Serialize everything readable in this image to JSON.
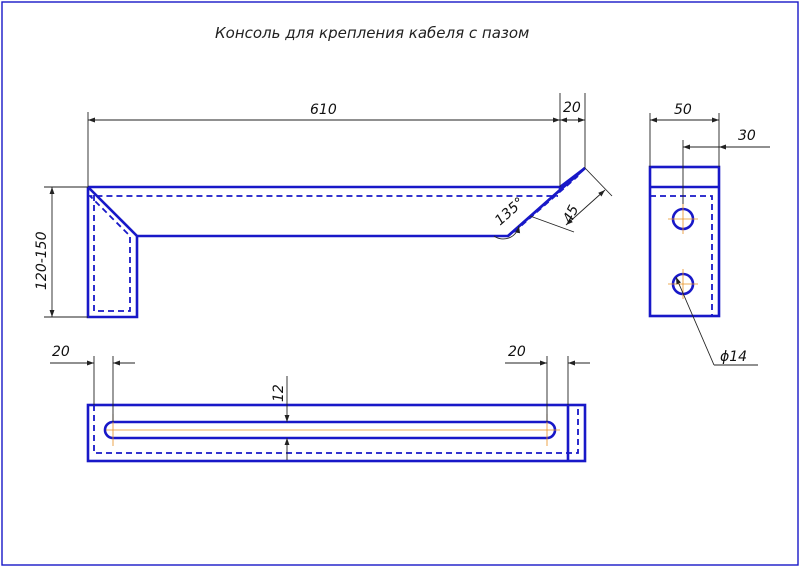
{
  "title": "Консоль для крепления кабеля с пазом",
  "dimensions": {
    "length": "610",
    "tip_offset": "20",
    "height": "120-150",
    "angle": "135°",
    "tip_length": "45",
    "width": "50",
    "hole_offset": "30",
    "hole_diameter": "ϕ14",
    "slot_left_offset": "20",
    "slot_right_offset": "20",
    "slot_width": "12"
  },
  "colors": {
    "part_outline": "#1818c8",
    "dimension_line": "#222222",
    "center_line": "#e89020"
  }
}
